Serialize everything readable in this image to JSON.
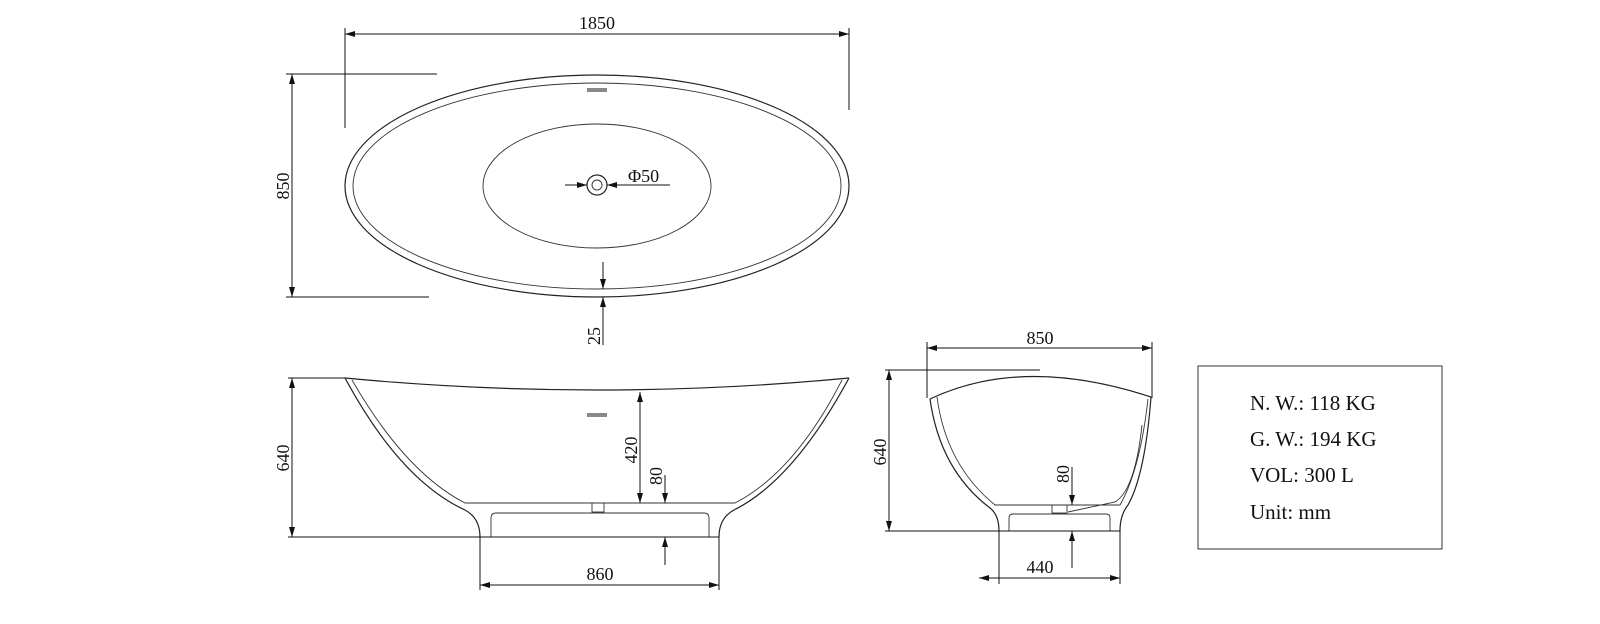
{
  "top_view": {
    "length_label": "1850",
    "width_label": "850",
    "drain_label": "Φ50",
    "rim_label": "25"
  },
  "side_view": {
    "height_label": "640",
    "depth_label": "420",
    "base_height_label": "80",
    "base_length_label": "860"
  },
  "end_view": {
    "width_label": "850",
    "height_label": "640",
    "base_height_label": "80",
    "base_width_label": "440"
  },
  "specs": {
    "net_weight": "N. W.: 118 KG",
    "gross_weight": "G. W.: 194 KG",
    "volume": "VOL: 300 L",
    "unit": "Unit: mm"
  }
}
